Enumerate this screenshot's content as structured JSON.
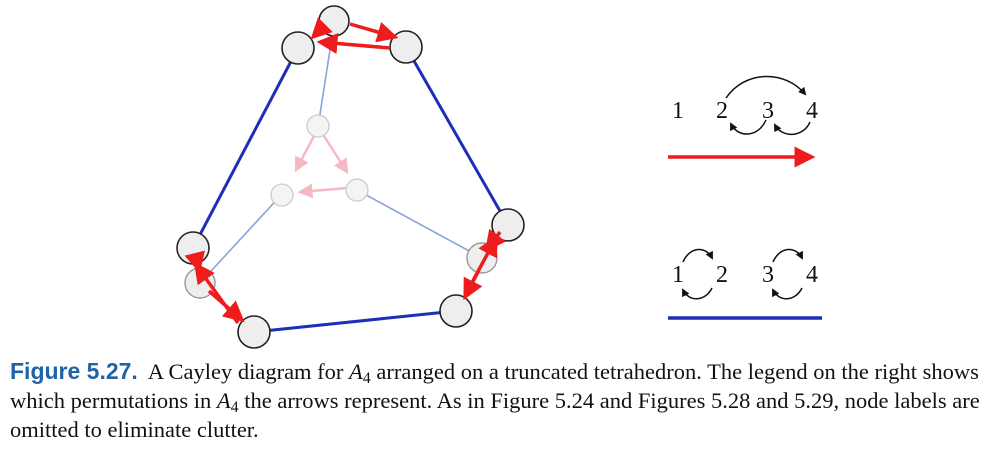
{
  "colors": {
    "red_generator": "#ee1c1c",
    "blue_generator": "#1d2fb8",
    "faded_red": "#f4b9c2",
    "faded_blue": "#8aa2dd",
    "node_fill": "#eeeeee",
    "node_stroke": "#222222",
    "caption_label": "#1f63a8"
  },
  "legend": {
    "red_row": {
      "numbers": [
        "1",
        "2",
        "3",
        "4"
      ]
    },
    "blue_row": {
      "numbers": [
        "1",
        "2",
        "3",
        "4"
      ]
    }
  },
  "caption": {
    "label": "Figure 5.27.",
    "text_a": "A Cayley diagram for ",
    "group_symbol": "A",
    "group_subscript": "4",
    "text_b": " arranged on a truncated tetrahedron. The legend on the right shows which permutations in ",
    "text_c": " the arrows represent. As in Figure 5.24 and Figures 5.28 and 5.29, node labels are omitted to eliminate clutter."
  }
}
